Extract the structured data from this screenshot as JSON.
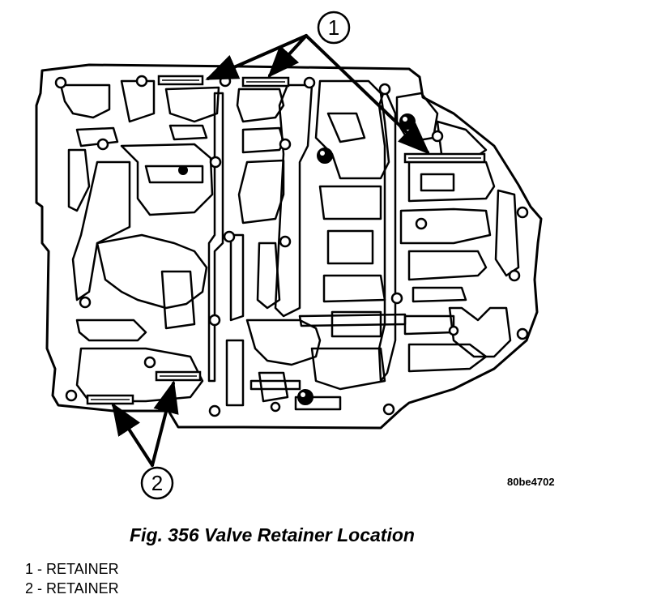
{
  "figure": {
    "callouts": [
      {
        "number": "1"
      },
      {
        "number": "2"
      }
    ],
    "reference_code": "80be4702",
    "caption": "Fig. 356 Valve Retainer Location"
  },
  "legend": [
    {
      "text": "1 - RETAINER"
    },
    {
      "text": "2 - RETAINER"
    }
  ]
}
